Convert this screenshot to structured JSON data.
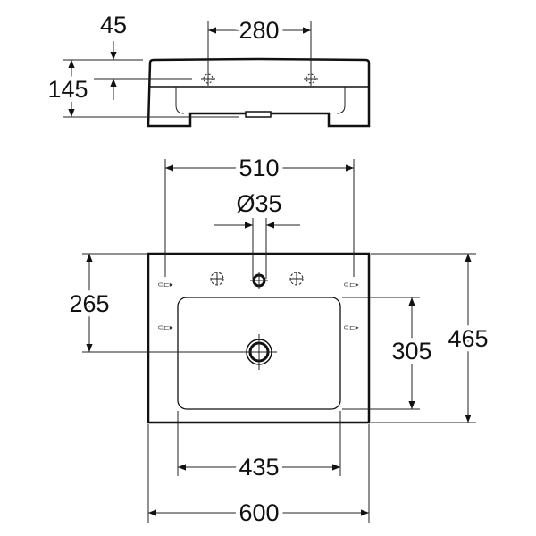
{
  "drawing": {
    "top_view": {
      "dims": {
        "tap_spacing": "280",
        "tap_offset": "45",
        "height": "145"
      }
    },
    "plan_view": {
      "dims": {
        "overall_width": "600",
        "inner_width": "510",
        "bowl_width": "435",
        "hole_diameter": "Ø35",
        "drain_offset": "265",
        "bowl_depth": "305",
        "overall_depth": "465"
      }
    }
  }
}
